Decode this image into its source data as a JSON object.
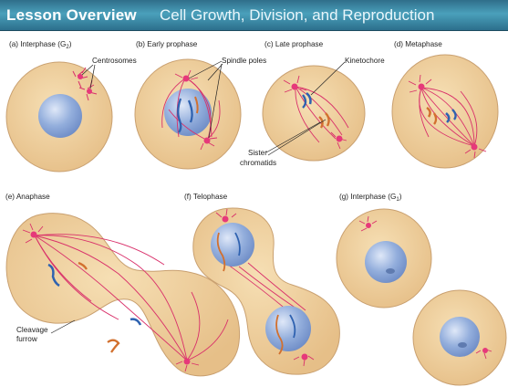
{
  "banner": {
    "left": "Lesson Overview",
    "right": "Cell Growth, Division, and Reproduction"
  },
  "panels": {
    "a": {
      "label": "(a) Interphase (G",
      "sub": "2",
      "close": ")"
    },
    "b": {
      "label": "(b) Early prophase"
    },
    "c": {
      "label": "(c) Late prophase"
    },
    "d": {
      "label": "(d) Metaphase"
    },
    "e": {
      "label": "(e) Anaphase"
    },
    "f": {
      "label": "(f) Telophase"
    },
    "g": {
      "label": "(g) Interphase (G",
      "sub": "1",
      "close": ")"
    }
  },
  "callouts": {
    "centrosomes": "Centrosomes",
    "spindle_poles": "Spindle poles",
    "kinetochore": "Kinetochore",
    "sister_1": "Sister",
    "sister_2": "chromatids",
    "cleavage_1": "Cleavage",
    "cleavage_2": "furrow"
  },
  "colors": {
    "banner_bg": "#3b8aa6",
    "cytoplasm": "#ecc996",
    "cell_outline": "#c9a070",
    "nucleus": "#7f9fd4",
    "spindle": "#d9306a",
    "chromosome_blue": "#2f62b0",
    "chromosome_orange": "#d2702e"
  }
}
